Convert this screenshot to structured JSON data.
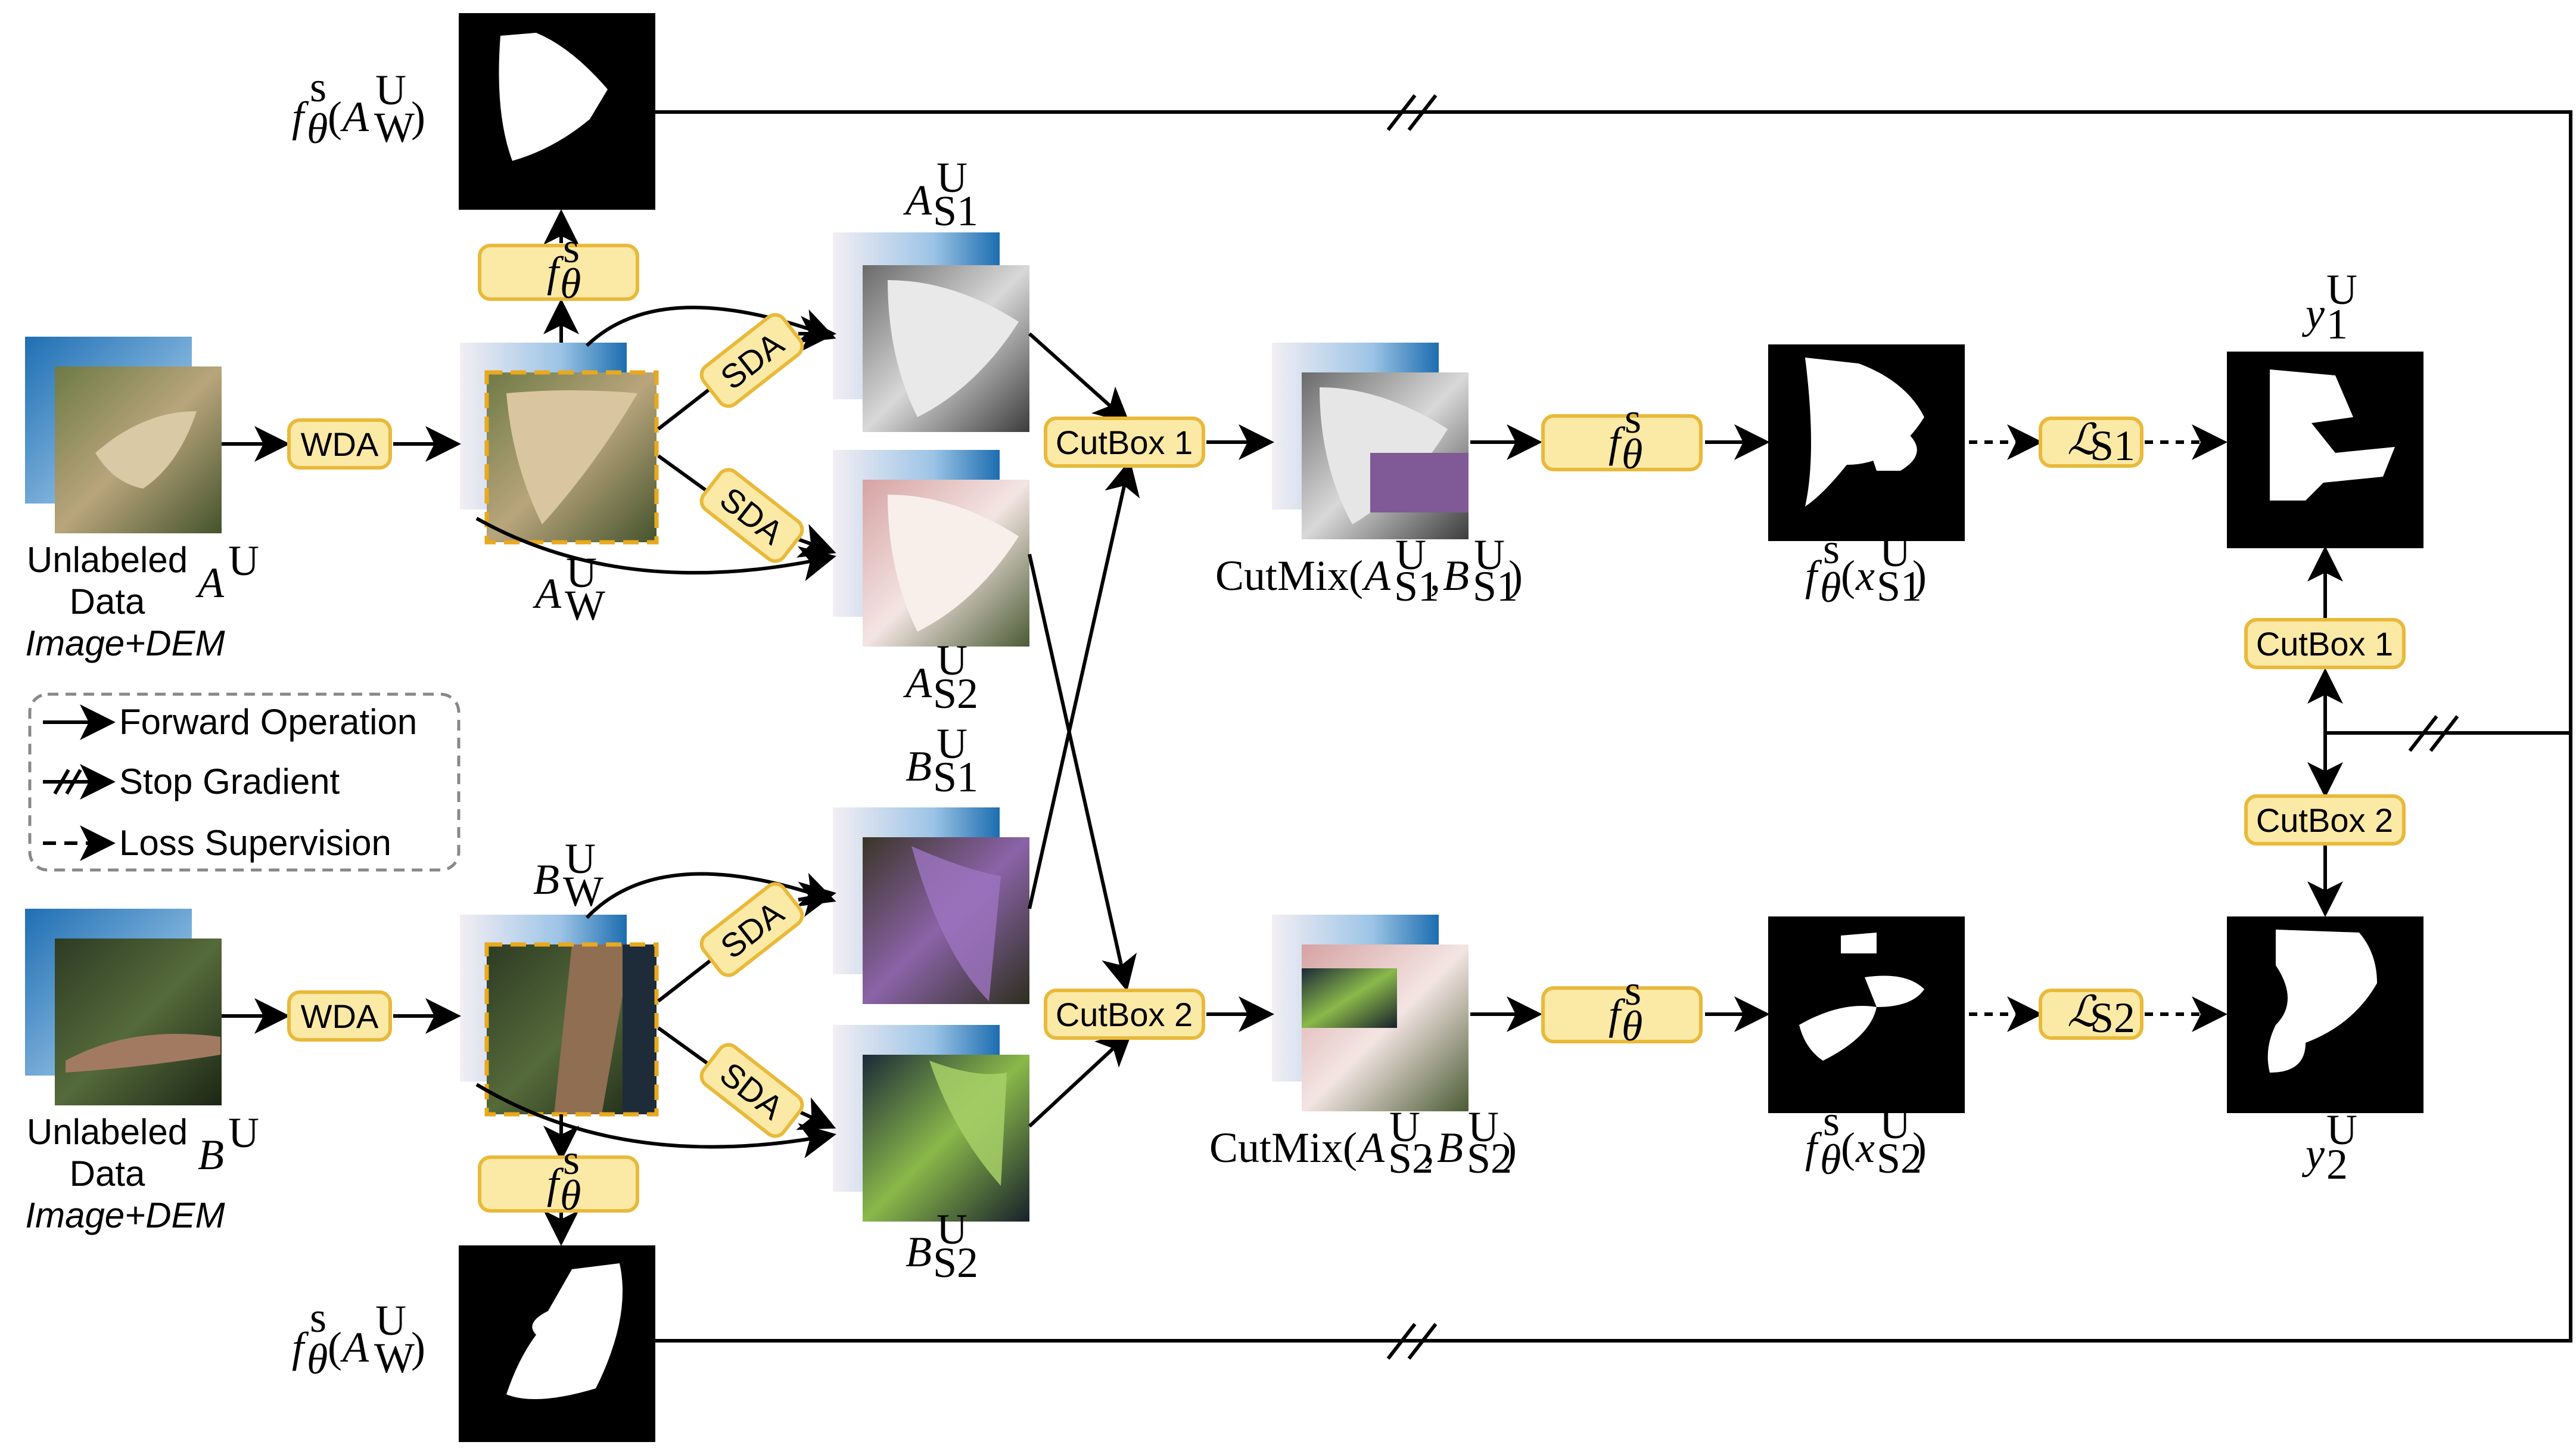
{
  "wda_label": "WDA",
  "sda_label": "SDA",
  "cutbox1_label": "CutBox 1",
  "cutbox2_label": "CutBox 2",
  "f_symbol": "f",
  "theta": "θ",
  "s_sup": "s",
  "u_sup": "U",
  "w_sub": "W",
  "s1_sub": "S1",
  "s2_sub": "S2",
  "sub_1": "1",
  "sub_2": "2",
  "L_symbol": "ℒ",
  "A": "A",
  "B": "B",
  "x": "x",
  "y": "y",
  "cutmix": "CutMix(",
  "comma": ",",
  "open_paren": "(",
  "close_paren": ")",
  "unlabeled_line1": "Unlabeled",
  "unlabeled_line2": "Data",
  "unlabeled_line3": "Image+DEM",
  "legend": {
    "forward": "Forward Operation",
    "stop": "Stop Gradient",
    "loss": "Loss Supervision"
  },
  "colors": {
    "box_fill": "#fbe9a6",
    "box_stroke": "#e9b93a",
    "dashed_outline": "#e8a91e",
    "legend_border": "#888888"
  }
}
